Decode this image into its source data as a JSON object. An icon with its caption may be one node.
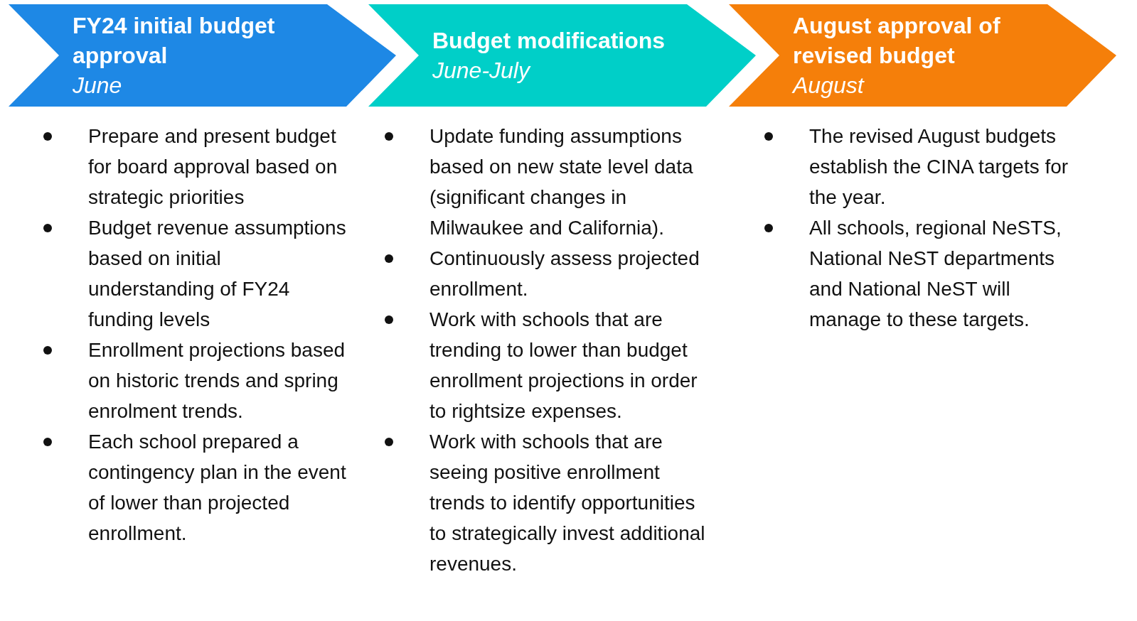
{
  "diagram": {
    "nodes": [
      {
        "text": [
          "FY24 initial budget approval",
          "June"
        ],
        "beside": [
          "Prepare and present budget for board approval based on strategic priorities",
          "Budget revenue assumptions based on initial understanding of FY24 funding levels",
          "Enrollment projections based on historic trends and spring enrolment trends.",
          "Each school prepared a contingency plan in the event of lower than projected enrollment."
        ]
      },
      {
        "text": [
          "Budget modifications",
          "June-July"
        ],
        "beside": [
          "Update funding assumptions based on new state level data (significant changes in Milwaukee and California).",
          "Continuously assess projected enrollment.",
          "Work with schools that are trending to lower than budget enrollment projections in order to rightsize expenses.",
          "Work with schools that are seeing positive enrollment trends to identify opportunities to strategically invest additional revenues."
        ]
      },
      {
        "text": [
          "August approval of revised budget",
          "August"
        ],
        "beside": [
          "The revised August budgets establish the CINA targets for the year.",
          "All schools, regional NeSTS, National NeST departments and National NeST will manage to these targets."
        ]
      }
    ]
  }
}
